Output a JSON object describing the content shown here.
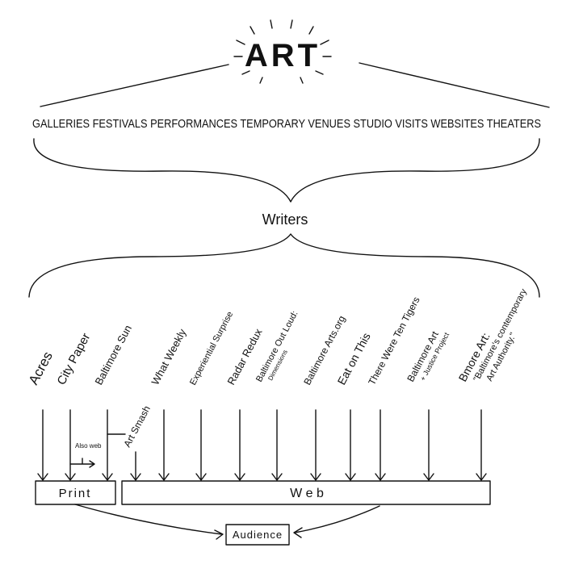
{
  "title": "ART",
  "categories_line": "GALLERIES FESTIVALS PERFORMANCES TEMPORARY VENUES STUDIO VISITS WEBSITES THEATERS",
  "writers": "Writers",
  "outlets": [
    {
      "name": "Acres",
      "group": "print"
    },
    {
      "name": "City Paper",
      "group": "print"
    },
    {
      "name": "Baltimore Sun",
      "group": "print"
    },
    {
      "name": "Art Smash",
      "group": "web"
    },
    {
      "name": "What Weekly",
      "group": "web"
    },
    {
      "name": "Experiential Surprise",
      "group": "web"
    },
    {
      "name": "Radar Redux",
      "group": "web"
    },
    {
      "name": "Baltimore Out Loud:",
      "sub": "Dimensions",
      "group": "web"
    },
    {
      "name": "Baltimore Arts.org",
      "group": "web"
    },
    {
      "name": "Eat on This",
      "group": "web"
    },
    {
      "name": "There Were Ten Tigers",
      "group": "web"
    },
    {
      "name": "Baltimore Art",
      "sub": "+ Justice Project",
      "group": "web"
    },
    {
      "name": "Bmore Art:",
      "sub": "\"Baltimore's contemporary",
      "sub2": "Art Authority.\"",
      "group": "web"
    }
  ],
  "also_web_note": "Also web",
  "print_label": "Print",
  "web_label": "W e b",
  "audience_label": "Audience"
}
